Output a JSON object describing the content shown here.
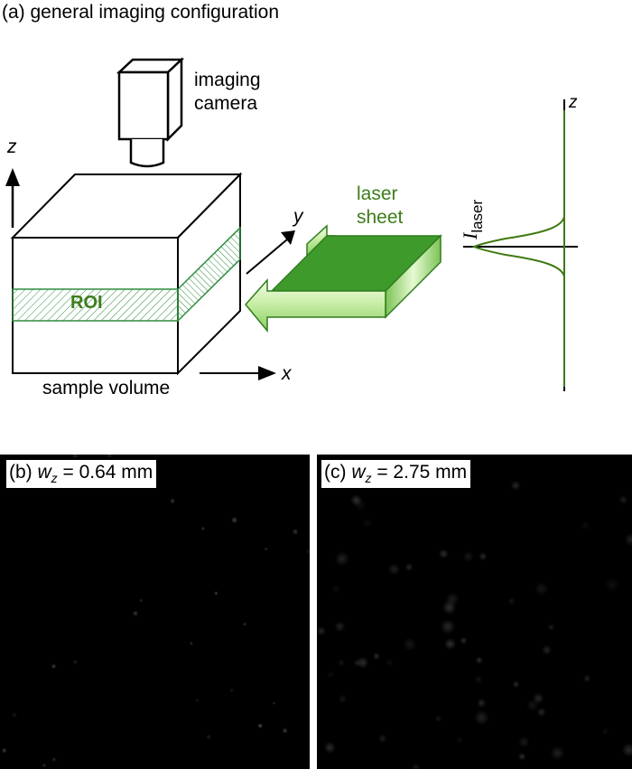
{
  "panel_a": {
    "title": "(a) general imaging configuration",
    "camera_label_line1": "imaging",
    "camera_label_line2": "camera",
    "sample_label": "sample volume",
    "roi_label": "ROI",
    "laser_label_line1": "laser",
    "laser_label_line2": "sheet",
    "axis_z": "z",
    "axis_x": "x",
    "axis_y": "y",
    "profile_axis_z": "z",
    "profile_label_main": "I",
    "profile_label_sub": "laser",
    "colors": {
      "green_dark": "#2e7d1e",
      "green_fill": "#3f9a2c",
      "green_light": "#d5f2b8",
      "green_text": "#3d7d1a",
      "profile_curve": "#3f7a12",
      "line": "#000000"
    }
  },
  "panel_b": {
    "label_prefix": "(b) ",
    "label_var": "w",
    "label_sub": "z",
    "label_value": " = 0.64 mm"
  },
  "panel_c": {
    "label_prefix": "(c) ",
    "label_var": "w",
    "label_sub": "z",
    "label_value": " = 2.75 mm"
  }
}
